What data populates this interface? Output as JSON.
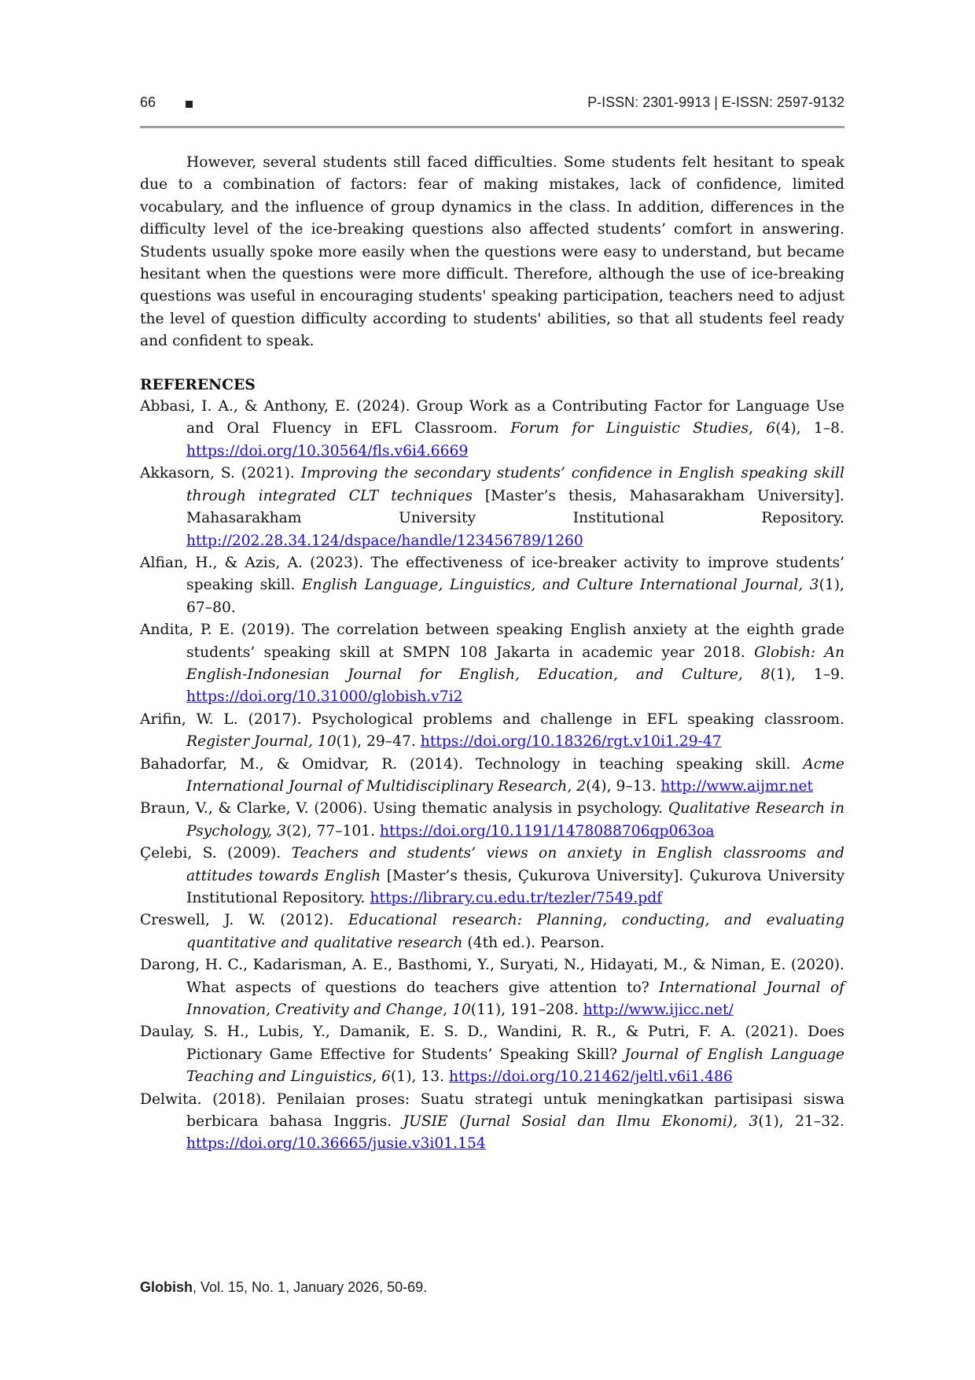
{
  "header": {
    "page_number": "66",
    "issn": "P-ISSN: 2301-9913 | E-ISSN: 2597-9132"
  },
  "paragraph": "However, several students still faced difficulties. Some students felt hesitant to speak due to a combination of factors: fear of making mistakes, lack of confidence, limited vocabulary, and the influence of group dynamics in the class. In addition, differences in the difficulty level of the ice-breaking questions also affected students’ comfort in answering. Students usually spoke more easily when the questions were easy to understand, but became hesitant when the questions were more difficult. Therefore, although the use of ice-breaking questions was useful in encouraging students' speaking participation, teachers need to adjust the level of question difficulty according to students' abilities, so that all students feel ready and confident to speak.",
  "references_heading": "REFERENCES",
  "references": [
    {
      "pre": "Abbasi, I. A., & Anthony, E. (2024). Group Work as a Contributing Factor for Language Use and Oral Fluency in EFL Classroom. ",
      "em": "Forum for Linguistic Studies, 6",
      "post": "(4), 1–8. ",
      "link": "https://doi.org/10.30564/fls.v6i4.6669"
    },
    {
      "pre": "Akkasorn, S. (2021). ",
      "em": "Improving the secondary students’ confidence in English speaking skill through integrated CLT techniques",
      "post": " [Master’s thesis, Mahasarakham University]. Mahasarakham University Institutional Repository. ",
      "link": "http://202.28.34.124/dspace/handle/123456789/1260"
    },
    {
      "pre": "Alfian, H., & Azis, A. (2023). The effectiveness of ice-breaker activity to improve students’ speaking skill. ",
      "em": "English Language, Linguistics, and Culture International Journal, 3",
      "post": "(1), 67–80.",
      "link": ""
    },
    {
      "pre": "Andita, P. E. (2019). The correlation between speaking English anxiety at the eighth grade students’ speaking skill at SMPN 108 Jakarta in academic year 2018. ",
      "em": "Globish: An English-Indonesian Journal for English, Education, and Culture, 8",
      "post": "(1), 1–9. ",
      "link": "https://doi.org/10.31000/globish.v7i2"
    },
    {
      "pre": "Arifin, W. L. (2017). Psychological problems and challenge in EFL speaking classroom. ",
      "em": "Register Journal, 10",
      "post": "(1), 29–47. ",
      "link": "https://doi.org/10.18326/rgt.v10i1.29-47"
    },
    {
      "pre": "Bahadorfar, M., & Omidvar, R. (2014). Technology in teaching speaking skill. ",
      "em": "Acme International Journal of Multidisciplinary Research, 2",
      "post": "(4), 9–13. ",
      "link": "http://www.aijmr.net"
    },
    {
      "pre": "Braun, V., & Clarke, V. (2006). Using thematic analysis in psychology. ",
      "em": "Qualitative Research in Psychology, 3",
      "post": "(2), 77–101. ",
      "link": "https://doi.org/10.1191/1478088706qp063oa"
    },
    {
      "pre": "Çelebi, S. (2009). ",
      "em": "Teachers and students’ views on anxiety in English classrooms and attitudes towards English",
      "post": " [Master’s thesis, Çukurova University]. Çukurova University Institutional Repository. ",
      "link": "https://library.cu.edu.tr/tezler/7549.pdf"
    },
    {
      "pre": "Creswell, J. W. (2012). ",
      "em": "Educational research: Planning, conducting, and evaluating quantitative and qualitative research",
      "post": " (4th ed.). Pearson.",
      "link": ""
    },
    {
      "pre": "Darong, H. C., Kadarisman, A. E., Basthomi, Y., Suryati, N., Hidayati, M., & Niman, E. (2020). What aspects of questions do teachers give attention to? ",
      "em": "International Journal of Innovation, Creativity and Change, 10",
      "post": "(11), 191–208. ",
      "link": "http://www.ijicc.net/"
    },
    {
      "pre": "Daulay, S. H., Lubis, Y., Damanik, E. S. D., Wandini, R. R., & Putri, F. A. (2021). Does Pictionary Game Effective for Students’ Speaking Skill? ",
      "em": "Journal of English Language Teaching and Linguistics, 6",
      "post": "(1), 13. ",
      "link": "https://doi.org/10.21462/jeltl.v6i1.486"
    },
    {
      "pre": "Delwita. (2018). Penilaian proses: Suatu strategi untuk meningkatkan partisipasi siswa berbicara bahasa Inggris. ",
      "em": "JUSIE (Jurnal Sosial dan Ilmu Ekonomi), 3",
      "post": "(1), 21–32. ",
      "link": "https://doi.org/10.36665/jusie.v3i01.154"
    }
  ],
  "footer": {
    "journal": "Globish",
    "citation": ", Vol. 15, No. 1, January 2026, 50-69."
  }
}
